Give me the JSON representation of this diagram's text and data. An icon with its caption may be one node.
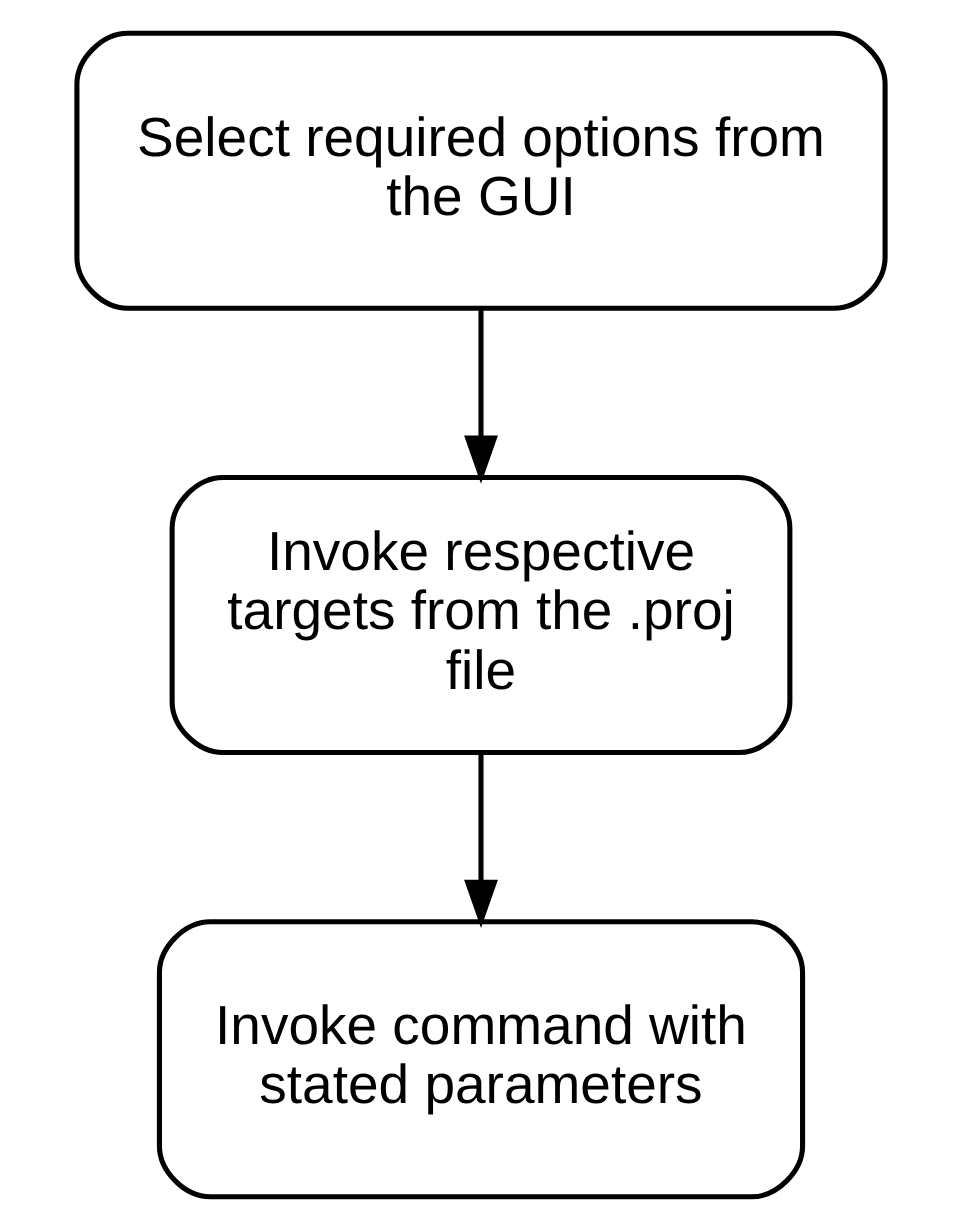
{
  "diagram": {
    "nodes": [
      {
        "text": [
          "Select required options from the GUI"
        ]
      },
      {
        "text": [
          "Invoke respective targets from the .proj file"
        ]
      },
      {
        "text": [
          "Invoke command with stated parameters"
        ]
      }
    ],
    "edges": [
      {
        "from": 0,
        "to": 1,
        "arrow": "to"
      },
      {
        "from": 1,
        "to": 2,
        "arrow": "to"
      }
    ]
  }
}
